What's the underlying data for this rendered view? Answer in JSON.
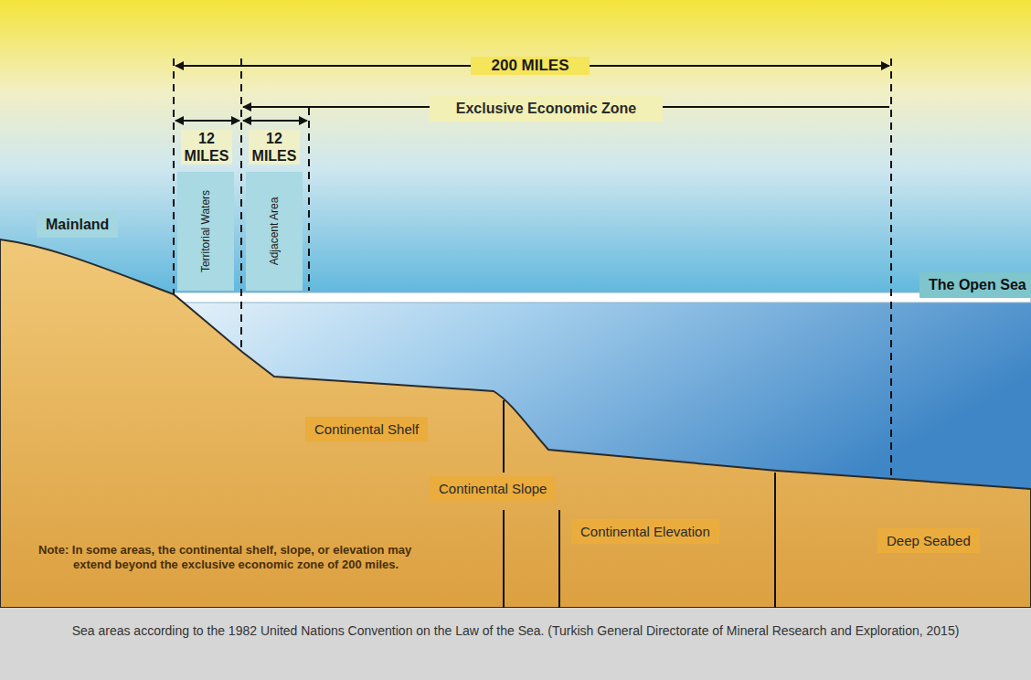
{
  "diagram": {
    "caption": "Sea areas according to the 1982 United Nations Convention on the Law of the Sea. (Turkish General Directorate of Mineral Research and Exploration, 2015)",
    "nodes": [
      {
        "text": [
          "Exclusive Economic Zone"
        ]
      },
      {
        "text": [
          "Territorial Waters"
        ]
      },
      {
        "text": [
          "Adjacent Area"
        ]
      },
      {
        "text": [
          "Mainland"
        ]
      },
      {
        "text": [
          "The Open Sea"
        ]
      },
      {
        "text": [
          "Continental Shelf"
        ]
      },
      {
        "text": [
          "Continental Slope"
        ]
      },
      {
        "text": [
          "Continental Elevation"
        ]
      },
      {
        "text": [
          "Deep Seabed"
        ]
      }
    ],
    "labels": [
      "200 MILES",
      "12 MILES",
      "12 MILES",
      "Note: In some areas, the continental shelf, slope, or elevation may extend beyond the exclusive economic zone of 200 miles."
    ]
  }
}
